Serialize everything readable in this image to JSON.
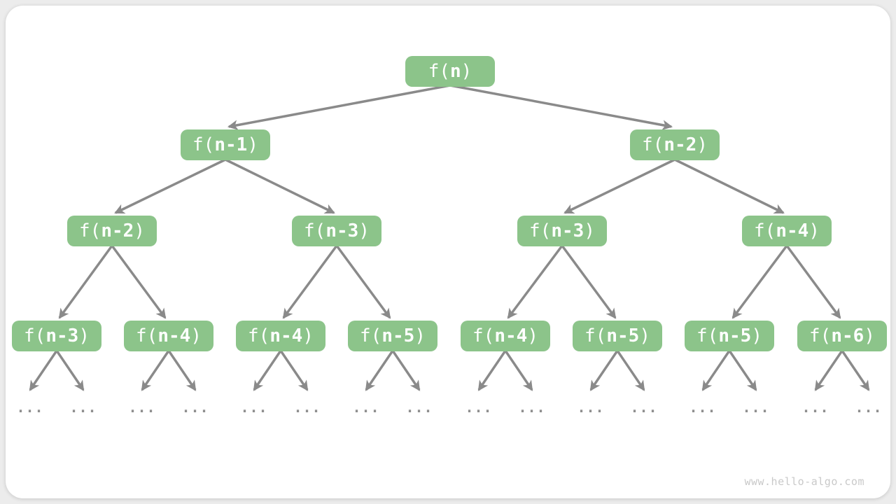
{
  "diagram": {
    "description": "recursion-tree",
    "ellipsis": "...",
    "watermark": "www.hello-algo.com",
    "colors": {
      "node_fill": "#8CC48A",
      "node_text": "#ffffff",
      "arrow": "#8a8a8a",
      "dots": "#8f8f8f",
      "card_background": "#ffffff",
      "page_background": "#ececec",
      "watermark_text": "#c9c9c9"
    },
    "tree": {
      "nodes": [
        {
          "level": 1,
          "prefix": "f(",
          "inner": "n",
          "suffix": ")"
        },
        {
          "level": 2,
          "prefix": "f(",
          "inner": "n-1",
          "suffix": ")"
        },
        {
          "level": 2,
          "prefix": "f(",
          "inner": "n-2",
          "suffix": ")"
        },
        {
          "level": 3,
          "prefix": "f(",
          "inner": "n-2",
          "suffix": ")"
        },
        {
          "level": 3,
          "prefix": "f(",
          "inner": "n-3",
          "suffix": ")"
        },
        {
          "level": 3,
          "prefix": "f(",
          "inner": "n-3",
          "suffix": ")"
        },
        {
          "level": 3,
          "prefix": "f(",
          "inner": "n-4",
          "suffix": ")"
        },
        {
          "level": 4,
          "prefix": "f(",
          "inner": "n-3",
          "suffix": ")"
        },
        {
          "level": 4,
          "prefix": "f(",
          "inner": "n-4",
          "suffix": ")"
        },
        {
          "level": 4,
          "prefix": "f(",
          "inner": "n-4",
          "suffix": ")"
        },
        {
          "level": 4,
          "prefix": "f(",
          "inner": "n-5",
          "suffix": ")"
        },
        {
          "level": 4,
          "prefix": "f(",
          "inner": "n-4",
          "suffix": ")"
        },
        {
          "level": 4,
          "prefix": "f(",
          "inner": "n-5",
          "suffix": ")"
        },
        {
          "level": 4,
          "prefix": "f(",
          "inner": "n-5",
          "suffix": ")"
        },
        {
          "level": 4,
          "prefix": "f(",
          "inner": "n-6",
          "suffix": ")"
        }
      ],
      "edges": [
        [
          0,
          1
        ],
        [
          0,
          2
        ],
        [
          1,
          3
        ],
        [
          1,
          4
        ],
        [
          2,
          5
        ],
        [
          2,
          6
        ],
        [
          3,
          7
        ],
        [
          3,
          8
        ],
        [
          4,
          9
        ],
        [
          4,
          10
        ],
        [
          5,
          11
        ],
        [
          5,
          12
        ],
        [
          6,
          13
        ],
        [
          6,
          14
        ]
      ],
      "leaves_continue_with_ellipsis": true
    }
  }
}
